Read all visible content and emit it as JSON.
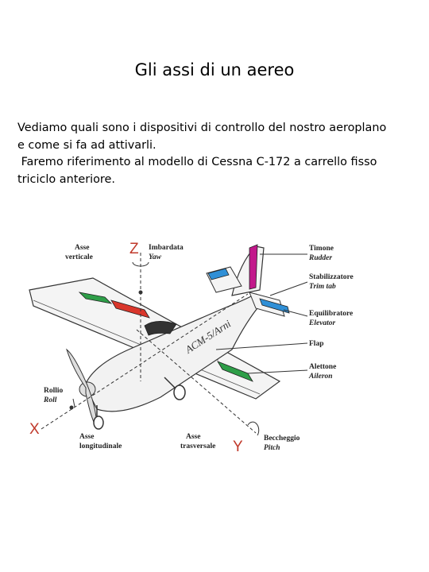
{
  "title": "Gli assi di un aereo",
  "paragraph": {
    "lines": [
      "Vediamo quali sono i dispositivi di controllo del nostro aeroplano",
      "e come si fa ad attivarli.",
      " Faremo riferimento al modello di Cessna C-172 a carrello fisso",
      "triciclo anteriore."
    ]
  },
  "diagram": {
    "axis_letters": {
      "z": "Z",
      "x": "X",
      "y": "Y"
    },
    "labels": {
      "asse_verticale": [
        "Asse",
        "verticale"
      ],
      "imbardata": [
        "Imbardata",
        "Yaw"
      ],
      "timone": [
        "Timone",
        "Rudder"
      ],
      "stabilizzatore": [
        "Stabilizzatore",
        "Trim tab"
      ],
      "equilibratore": [
        "Equilibratore",
        "Elevator"
      ],
      "flap": "Flap",
      "alettone": [
        "Alettone",
        "Aileron"
      ],
      "rollio": [
        "Rollio",
        "Roll"
      ],
      "asse_longitudinale": [
        "Asse",
        "longitudinale"
      ],
      "asse_trasversale": [
        "Asse",
        "trasversale"
      ],
      "beccheggio": [
        "Beccheggio",
        "Pitch"
      ],
      "fuselage_text": "ACM-5/Arni"
    },
    "colors": {
      "rudder": "#c2188b",
      "elevator": "#2f8fd6",
      "flap": "#d9362b",
      "aileron": "#2e9e48",
      "axis_letter": "#c0392b"
    }
  }
}
